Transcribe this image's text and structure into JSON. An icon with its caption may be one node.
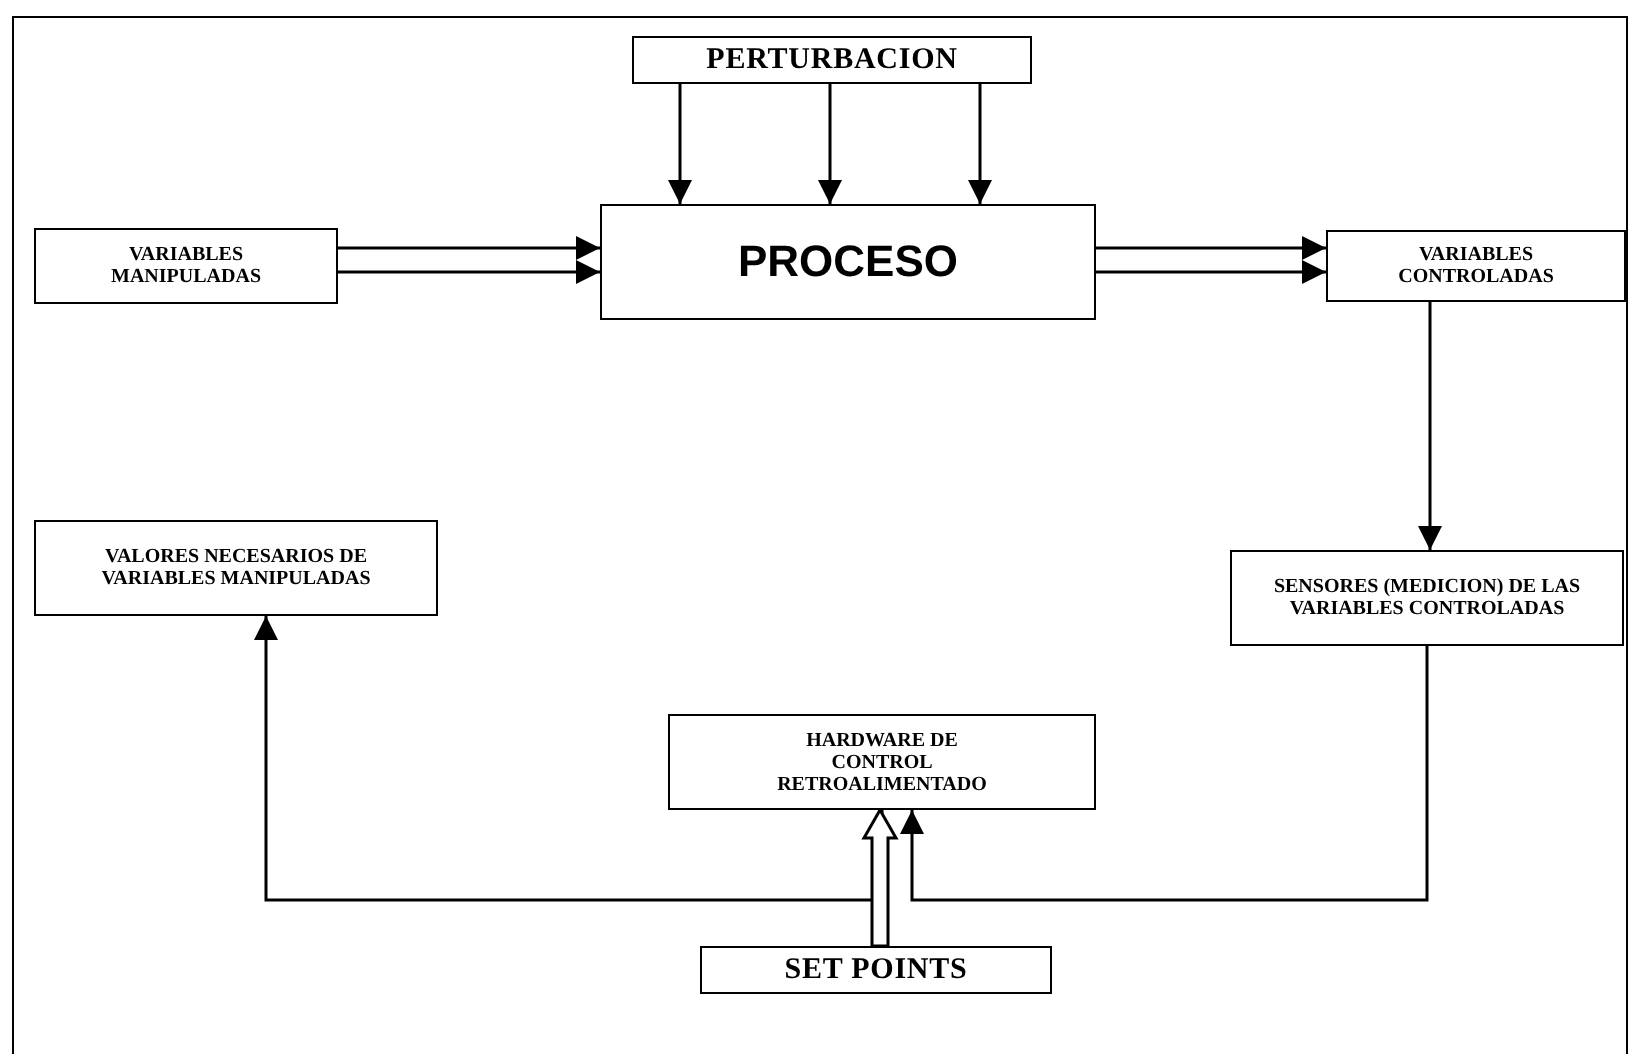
{
  "diagram": {
    "nodes": [
      {
        "text": [
          "PERTURBACION"
        ]
      },
      {
        "text": [
          "VARIABLES MANIPULADAS"
        ]
      },
      {
        "text": [
          "PROCESO"
        ]
      },
      {
        "text": [
          "VARIABLES CONTROLADAS"
        ]
      },
      {
        "text": [
          "VALORES NECESARIOS DE VARIABLES MANIPULADAS"
        ]
      },
      {
        "text": [
          "SENSORES (MEDICION) DE LAS VARIABLES CONTROLADAS"
        ]
      },
      {
        "text": [
          "HARDWARE DE CONTROL RETROALIMENTADO"
        ]
      },
      {
        "text": [
          "SET POINTS"
        ]
      }
    ],
    "edges": [
      {
        "from": 0,
        "to": 2,
        "arrow": "to"
      },
      {
        "from": 0,
        "to": 2,
        "arrow": "to"
      },
      {
        "from": 0,
        "to": 2,
        "arrow": "to"
      },
      {
        "from": 1,
        "to": 2,
        "arrow": "to"
      },
      {
        "from": 1,
        "to": 2,
        "arrow": "to"
      },
      {
        "from": 2,
        "to": 3,
        "arrow": "to"
      },
      {
        "from": 2,
        "to": 3,
        "arrow": "to"
      },
      {
        "from": 3,
        "to": 5,
        "arrow": "to"
      },
      {
        "from": 5,
        "to": 6,
        "arrow": "to"
      },
      {
        "from": 6,
        "to": 4,
        "arrow": "to"
      },
      {
        "from": 7,
        "to": 6,
        "arrow": "to",
        "style": "thick"
      }
    ]
  }
}
